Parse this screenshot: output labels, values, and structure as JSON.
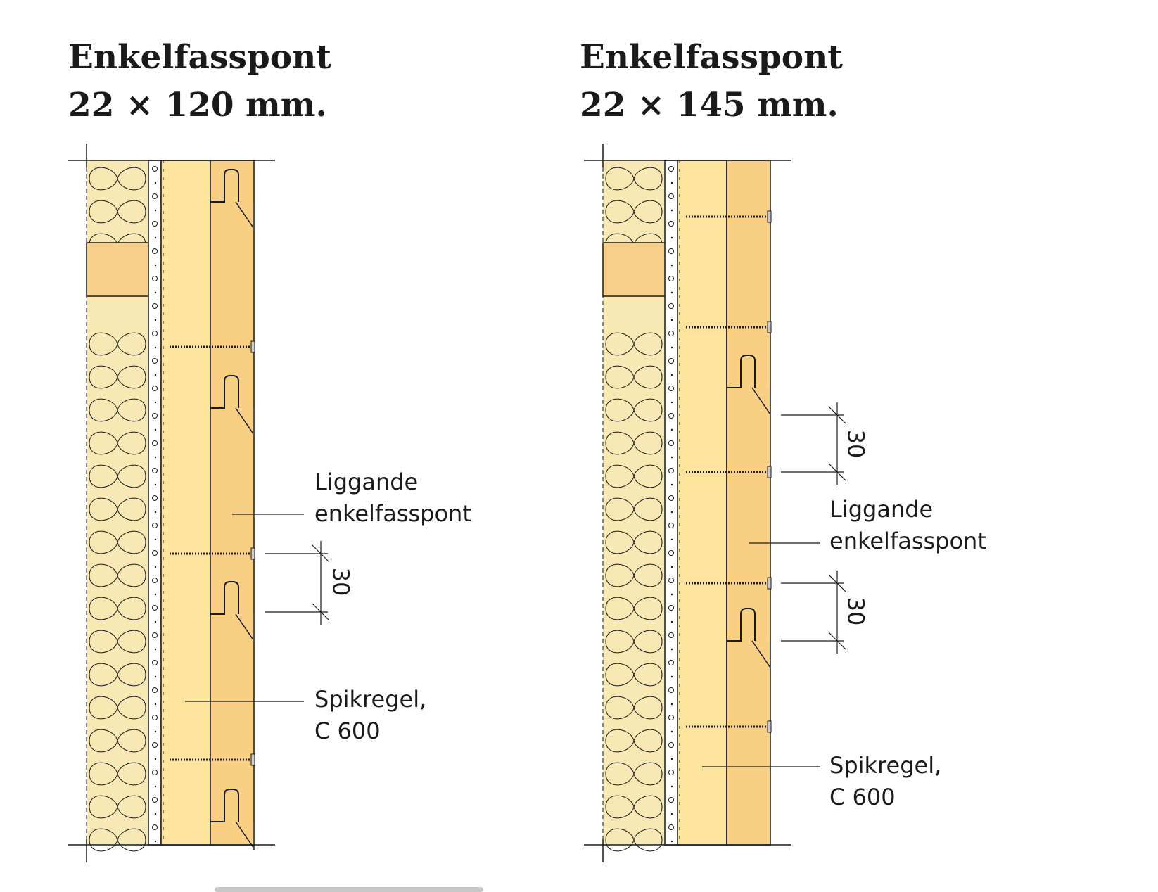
{
  "colors": {
    "insulation": "#f7e8b4",
    "stud": "#f8d08a",
    "batten": "#fce49d",
    "board": "#f8cf83",
    "line": "#1a1a1a"
  },
  "left_detail": {
    "title_line1": "Enkelfasspont",
    "title_line2": "22 × 120 mm.",
    "label_panel_line1": "Liggande",
    "label_panel_line2": "enkelfasspont",
    "label_batten_line1": "Spikregel,",
    "label_batten_line2": "C 600",
    "dimension": "30"
  },
  "right_detail": {
    "title_line1": "Enkelfasspont",
    "title_line2": "22 × 145 mm.",
    "label_panel_line1": "Liggande",
    "label_panel_line2": "enkelfasspont",
    "label_batten_line1": "Spikregel,",
    "label_batten_line2": "C 600",
    "dimension_upper": "30",
    "dimension_lower": "30"
  }
}
